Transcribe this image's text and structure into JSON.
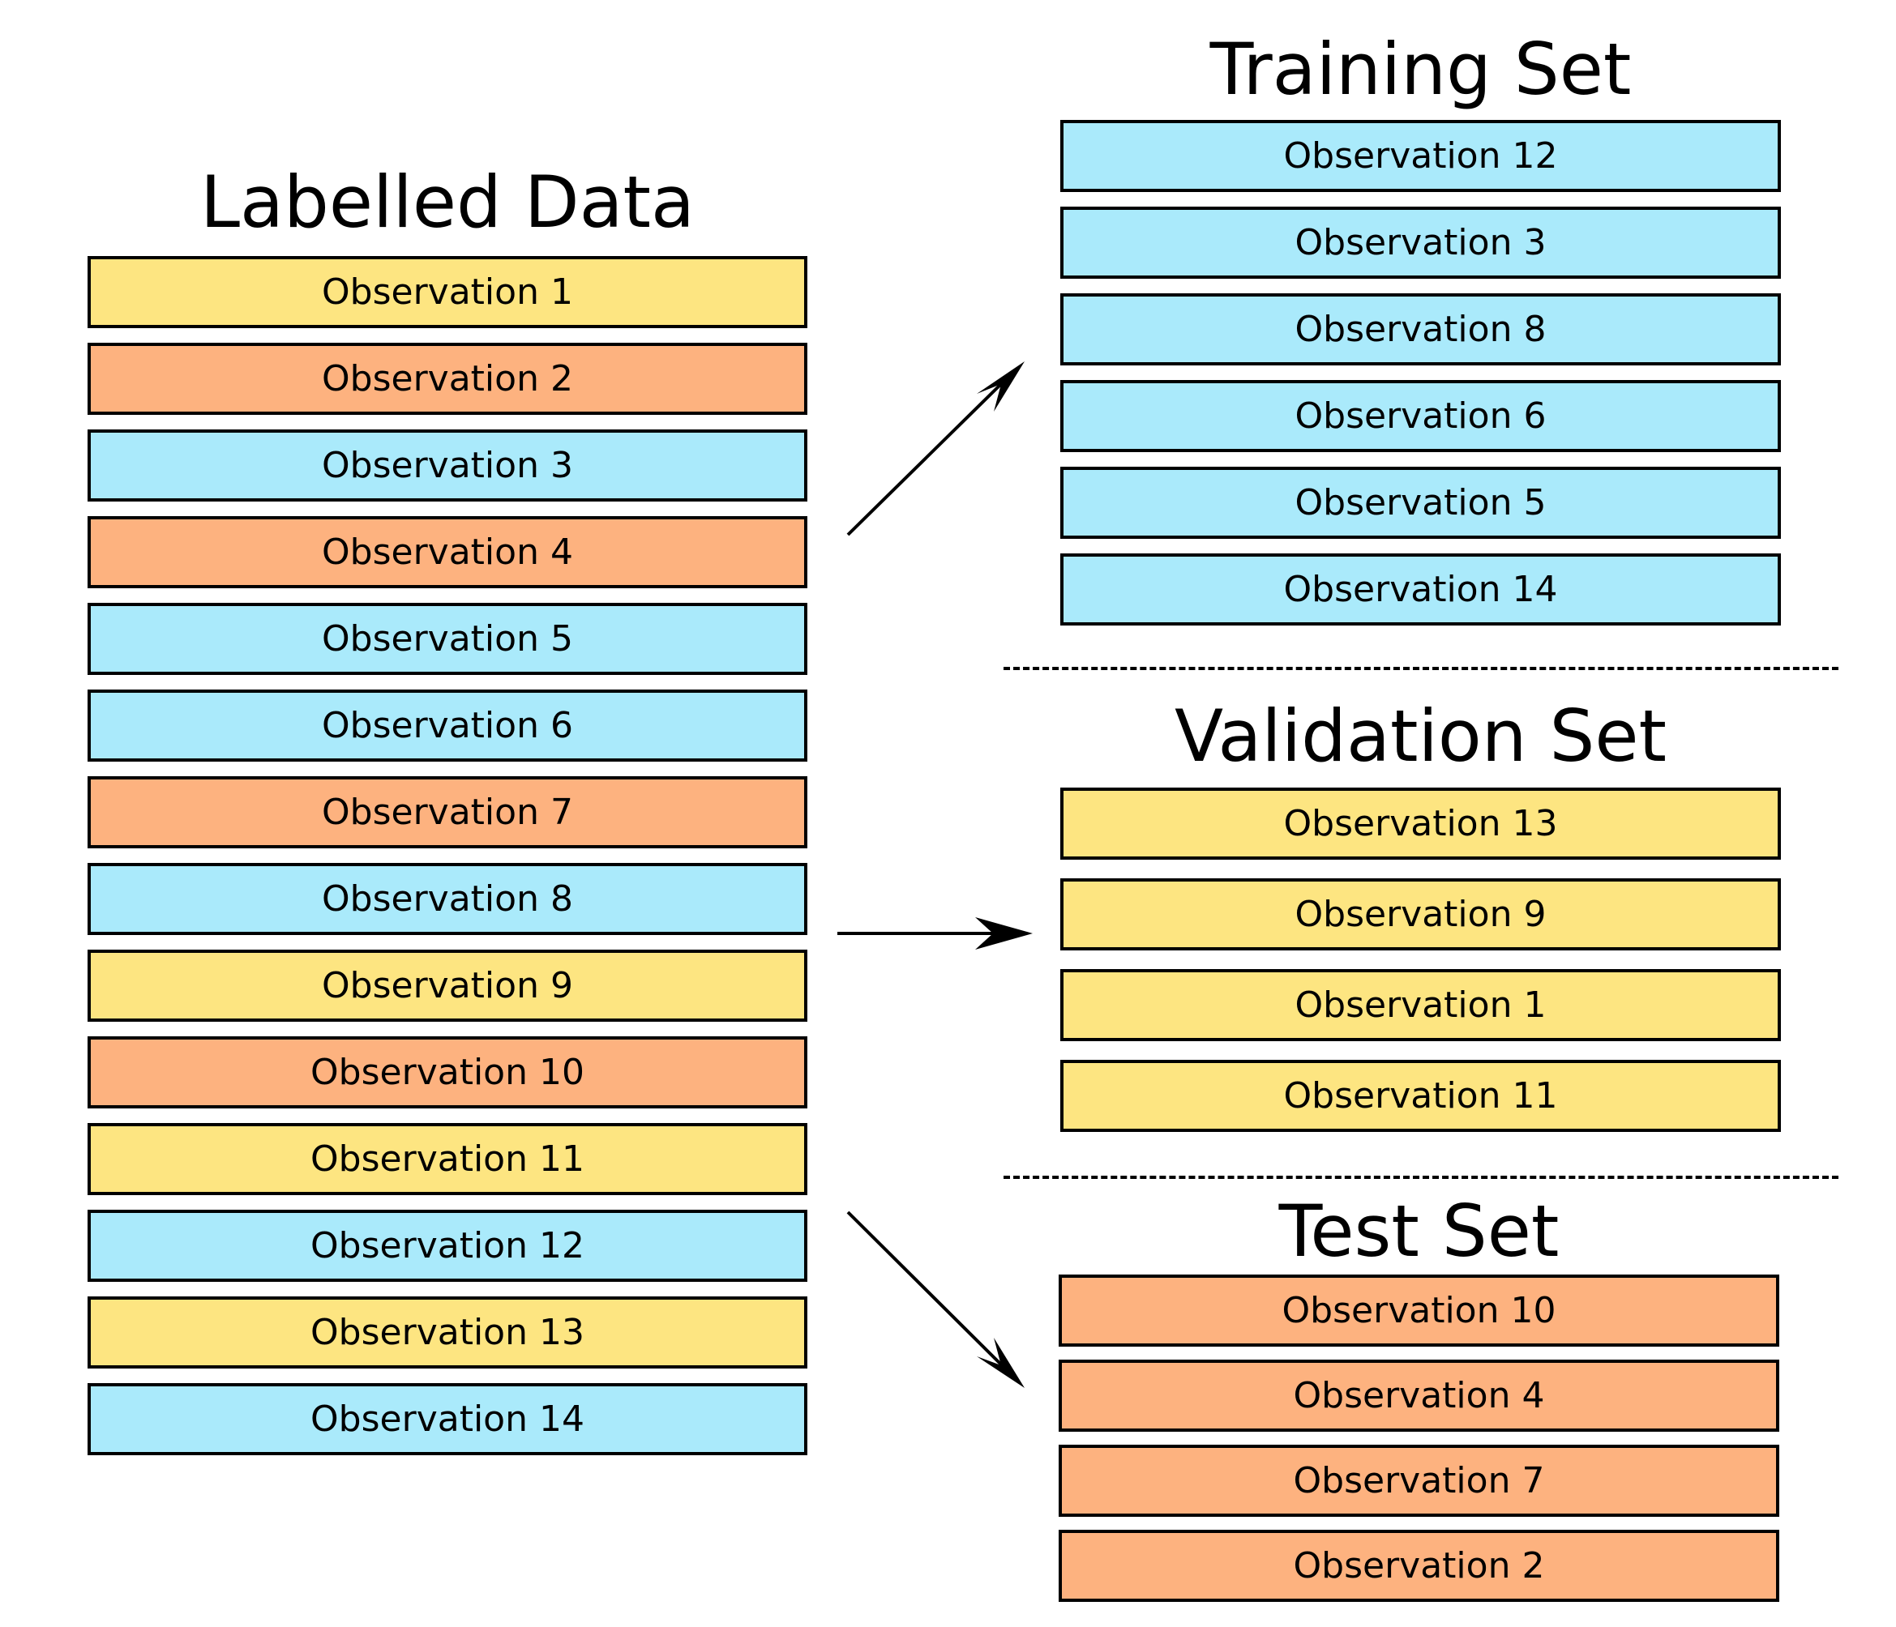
{
  "labelled": {
    "title": "Labelled Data",
    "items": [
      {
        "label": "Observation 1",
        "color": "#fde581"
      },
      {
        "label": "Observation 2",
        "color": "#fdb27f"
      },
      {
        "label": "Observation 3",
        "color": "#aaeafb"
      },
      {
        "label": "Observation 4",
        "color": "#fdb27f"
      },
      {
        "label": "Observation 5",
        "color": "#aaeafb"
      },
      {
        "label": "Observation 6",
        "color": "#aaeafb"
      },
      {
        "label": "Observation 7",
        "color": "#fdb27f"
      },
      {
        "label": "Observation 8",
        "color": "#aaeafb"
      },
      {
        "label": "Observation 9",
        "color": "#fde581"
      },
      {
        "label": "Observation 10",
        "color": "#fdb27f"
      },
      {
        "label": "Observation 11",
        "color": "#fde581"
      },
      {
        "label": "Observation 12",
        "color": "#aaeafb"
      },
      {
        "label": "Observation 13",
        "color": "#fde581"
      },
      {
        "label": "Observation 14",
        "color": "#aaeafb"
      }
    ]
  },
  "training": {
    "title": "Training Set",
    "color": "#aaeafb",
    "items": [
      "Observation 12",
      "Observation 3",
      "Observation 8",
      "Observation 6",
      "Observation 5",
      "Observation 14"
    ]
  },
  "validation": {
    "title": "Validation Set",
    "color": "#fde581",
    "items": [
      "Observation 13",
      "Observation 9",
      "Observation 1",
      "Observation 11"
    ]
  },
  "test": {
    "title": "Test Set",
    "color": "#fdb27f",
    "items": [
      "Observation 10",
      "Observation 4",
      "Observation 7",
      "Observation 2"
    ]
  },
  "colors": {
    "training": "#aaeafb",
    "validation": "#fde581",
    "test": "#fdb27f",
    "border": "#000000"
  }
}
